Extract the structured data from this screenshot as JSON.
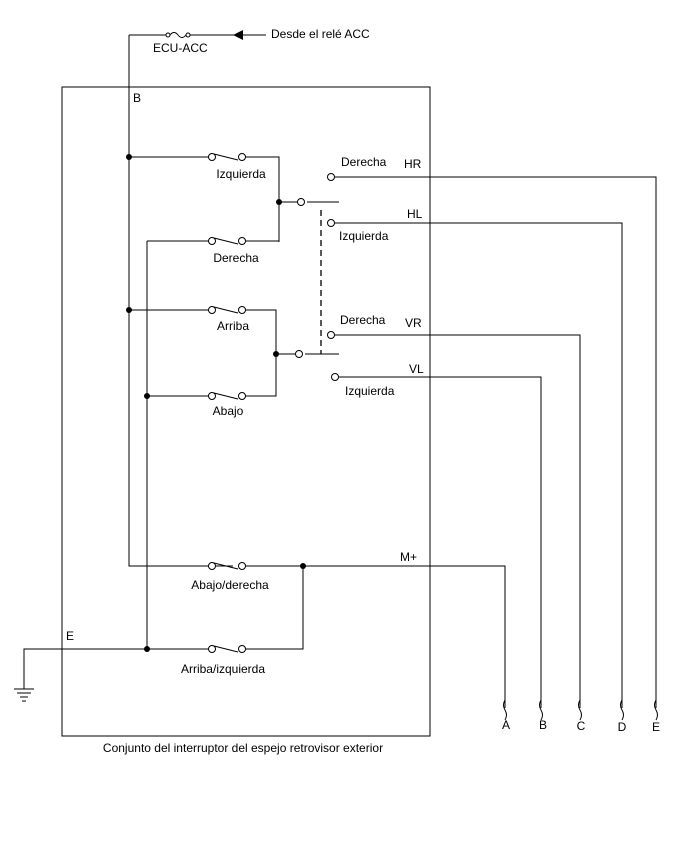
{
  "labels": {
    "fuse": "ECU-ACC",
    "source": "Desde el relé ACC",
    "terminal_b": "B",
    "terminal_e": "E",
    "sw_izquierda": "Izquierda",
    "sw_derecha": "Derecha",
    "sw_arriba": "Arriba",
    "sw_abajo": "Abajo",
    "sw_abajo_derecha": "Abajo/derecha",
    "sw_arriba_izquierda": "Arriba/izquierda",
    "hr_side": "Derecha",
    "hr": "HR",
    "hl": "HL",
    "hl_side": "Izquierda",
    "vr_side": "Derecha",
    "vr": "VR",
    "vl": "VL",
    "vl_side": "Izquierda",
    "m_plus": "M+",
    "out_a": "A",
    "out_b": "B",
    "out_c": "C",
    "out_d": "D",
    "out_e": "E",
    "caption": "Conjunto del interruptor del espejo retrovisor exterior"
  }
}
